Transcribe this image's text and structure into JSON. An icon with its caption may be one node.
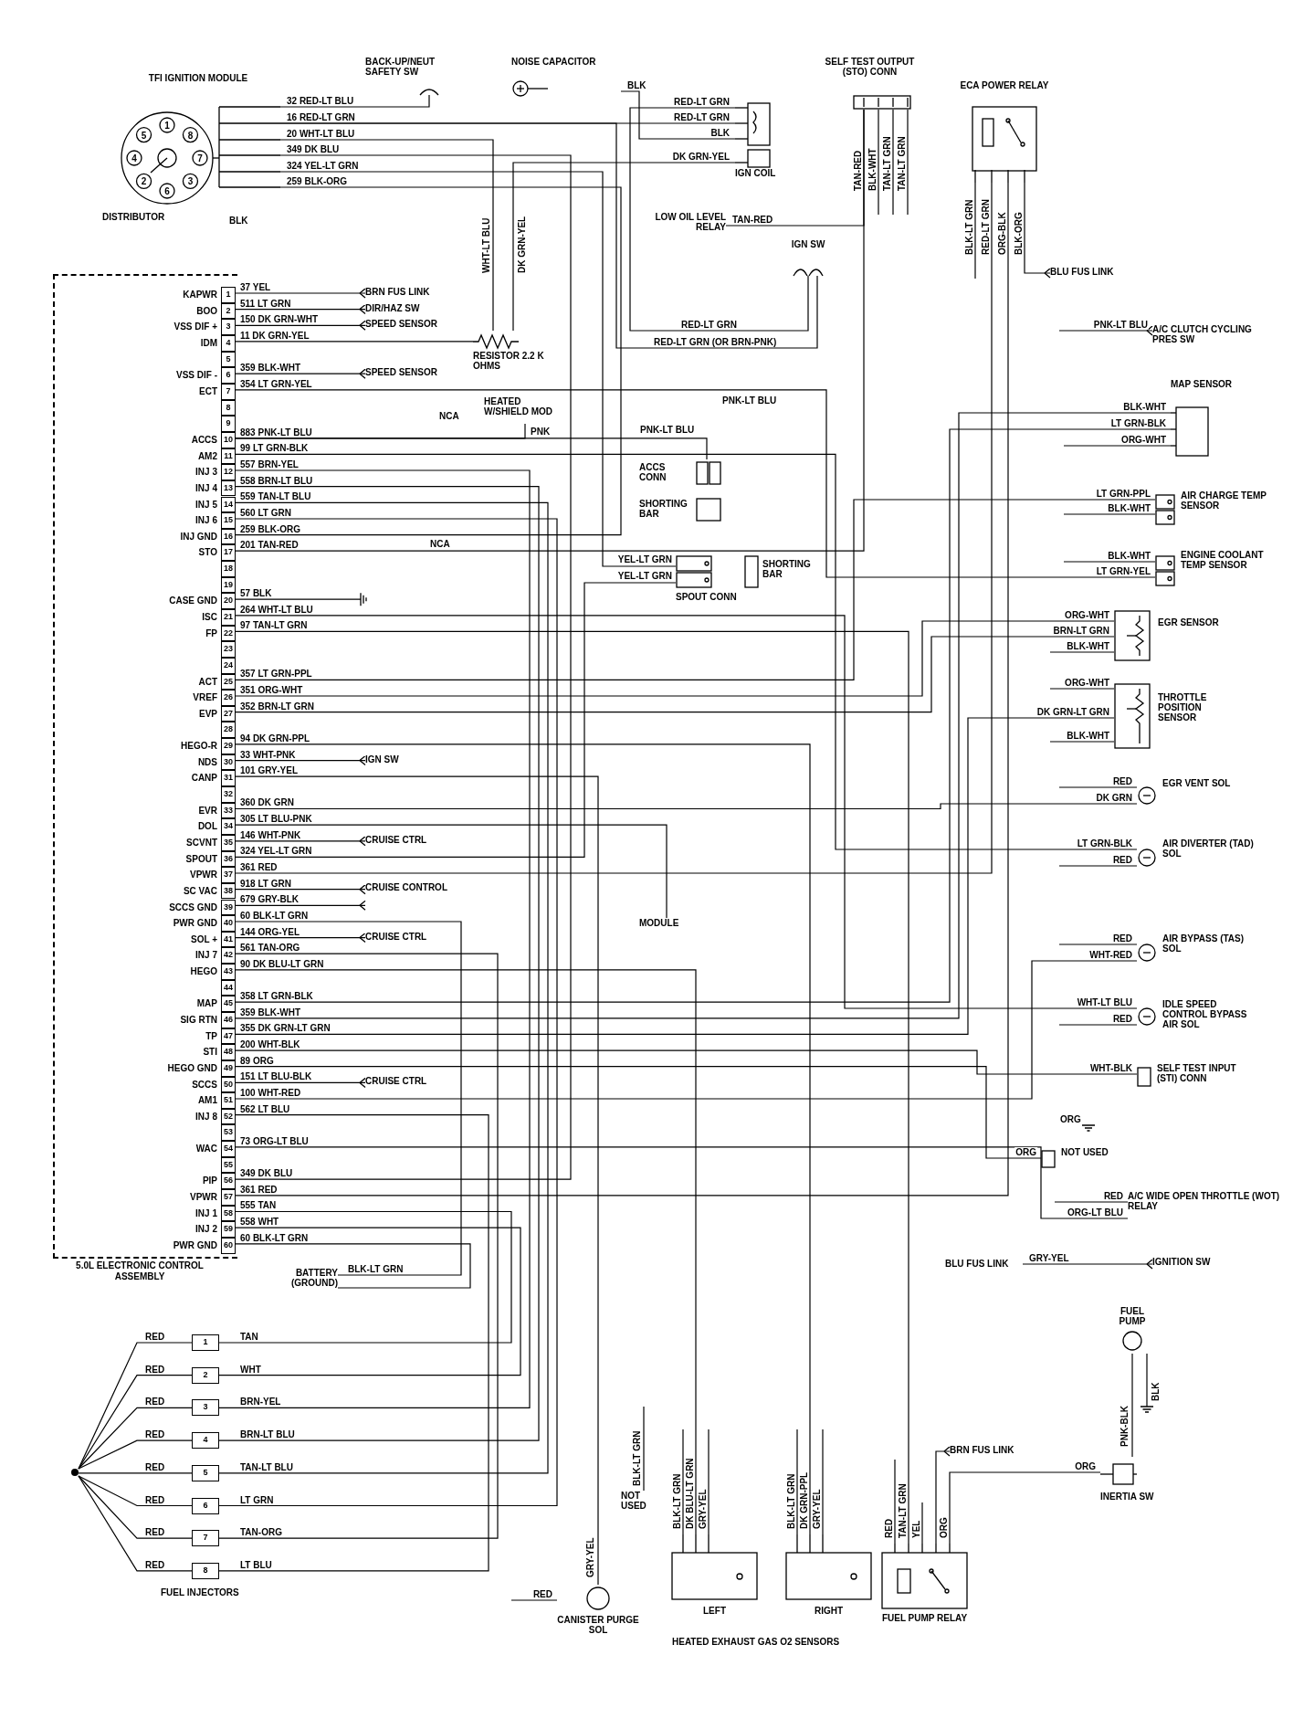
{
  "diagram": {
    "nodes": [
      {
        "text": [
          "5.0L ELECTRONIC CONTROL ASSEMBLY"
        ]
      },
      {
        "text": [
          "1"
        ],
        "in": 0,
        "beside": [
          "KAPWR"
        ]
      },
      {
        "text": [
          "2"
        ],
        "in": 0,
        "beside": [
          "BOO"
        ]
      },
      {
        "text": [
          "3"
        ],
        "in": 0,
        "beside": [
          "VSS DIF +"
        ]
      },
      {
        "text": [
          "4"
        ],
        "in": 0,
        "beside": [
          "IDM"
        ]
      },
      {
        "text": [
          "5"
        ],
        "in": 0
      },
      {
        "text": [
          "6"
        ],
        "in": 0,
        "beside": [
          "VSS DIF -"
        ]
      },
      {
        "text": [
          "7"
        ],
        "in": 0,
        "beside": [
          "ECT"
        ]
      },
      {
        "text": [
          "8"
        ],
        "in": 0
      },
      {
        "text": [
          "9"
        ],
        "in": 0
      },
      {
        "text": [
          "10"
        ],
        "in": 0,
        "beside": [
          "ACCS"
        ]
      },
      {
        "text": [
          "11"
        ],
        "in": 0,
        "beside": [
          "AM2"
        ]
      },
      {
        "text": [
          "12"
        ],
        "in": 0,
        "beside": [
          "INJ 3"
        ]
      },
      {
        "text": [
          "13"
        ],
        "in": 0,
        "beside": [
          "INJ 4"
        ]
      },
      {
        "text": [
          "14"
        ],
        "in": 0,
        "beside": [
          "INJ 5"
        ]
      },
      {
        "text": [
          "15"
        ],
        "in": 0,
        "beside": [
          "INJ 6"
        ]
      },
      {
        "text": [
          "16"
        ],
        "in": 0,
        "beside": [
          "INJ GND"
        ]
      },
      {
        "text": [
          "17"
        ],
        "in": 0,
        "beside": [
          "STO"
        ]
      },
      {
        "text": [
          "18"
        ],
        "in": 0
      },
      {
        "text": [
          "19"
        ],
        "in": 0
      },
      {
        "text": [
          "20"
        ],
        "in": 0,
        "beside": [
          "CASE GND"
        ]
      },
      {
        "text": [
          "21"
        ],
        "in": 0,
        "beside": [
          "ISC"
        ]
      },
      {
        "text": [
          "22"
        ],
        "in": 0,
        "beside": [
          "FP"
        ]
      },
      {
        "text": [
          "23"
        ],
        "in": 0
      },
      {
        "text": [
          "24"
        ],
        "in": 0
      },
      {
        "text": [
          "25"
        ],
        "in": 0,
        "beside": [
          "ACT"
        ]
      },
      {
        "text": [
          "26"
        ],
        "in": 0,
        "beside": [
          "VREF"
        ]
      },
      {
        "text": [
          "27"
        ],
        "in": 0,
        "beside": [
          "EVP"
        ]
      },
      {
        "text": [
          "28"
        ],
        "in": 0
      },
      {
        "text": [
          "29"
        ],
        "in": 0,
        "beside": [
          "HEGO-R"
        ]
      },
      {
        "text": [
          "30"
        ],
        "in": 0,
        "beside": [
          "NDS"
        ]
      },
      {
        "text": [
          "31"
        ],
        "in": 0,
        "beside": [
          "CANP"
        ]
      },
      {
        "text": [
          "32"
        ],
        "in": 0
      },
      {
        "text": [
          "33"
        ],
        "in": 0,
        "beside": [
          "EVR"
        ]
      },
      {
        "text": [
          "34"
        ],
        "in": 0,
        "beside": [
          "DOL"
        ]
      },
      {
        "text": [
          "35"
        ],
        "in": 0,
        "beside": [
          "SCVNT"
        ]
      },
      {
        "text": [
          "36"
        ],
        "in": 0,
        "beside": [
          "SPOUT"
        ]
      },
      {
        "text": [
          "37"
        ],
        "in": 0,
        "beside": [
          "VPWR"
        ]
      },
      {
        "text": [
          "38"
        ],
        "in": 0,
        "beside": [
          "SC VAC"
        ]
      },
      {
        "text": [
          "39"
        ],
        "in": 0,
        "beside": [
          "SCCS GND"
        ]
      },
      {
        "text": [
          "40"
        ],
        "in": 0,
        "beside": [
          "PWR GND"
        ]
      },
      {
        "text": [
          "41"
        ],
        "in": 0,
        "beside": [
          "SOL +"
        ]
      },
      {
        "text": [
          "42"
        ],
        "in": 0,
        "beside": [
          "INJ 7"
        ]
      },
      {
        "text": [
          "43"
        ],
        "in": 0,
        "beside": [
          "HEGO"
        ]
      },
      {
        "text": [
          "44"
        ],
        "in": 0
      },
      {
        "text": [
          "45"
        ],
        "in": 0,
        "beside": [
          "MAP"
        ]
      },
      {
        "text": [
          "46"
        ],
        "in": 0,
        "beside": [
          "SIG RTN"
        ]
      },
      {
        "text": [
          "47"
        ],
        "in": 0,
        "beside": [
          "TP"
        ]
      },
      {
        "text": [
          "48"
        ],
        "in": 0,
        "beside": [
          "STI"
        ]
      },
      {
        "text": [
          "49"
        ],
        "in": 0,
        "beside": [
          "HEGO GND"
        ]
      },
      {
        "text": [
          "50"
        ],
        "in": 0,
        "beside": [
          "SCCS"
        ]
      },
      {
        "text": [
          "51"
        ],
        "in": 0,
        "beside": [
          "AM1"
        ]
      },
      {
        "text": [
          "52"
        ],
        "in": 0,
        "beside": [
          "INJ 8"
        ]
      },
      {
        "text": [
          "53"
        ],
        "in": 0
      },
      {
        "text": [
          "54"
        ],
        "in": 0,
        "beside": [
          "WAC"
        ]
      },
      {
        "text": [
          "55"
        ],
        "in": 0
      },
      {
        "text": [
          "56"
        ],
        "in": 0,
        "beside": [
          "PIP"
        ]
      },
      {
        "text": [
          "57"
        ],
        "in": 0,
        "beside": [
          "VPWR"
        ]
      },
      {
        "text": [
          "58"
        ],
        "in": 0,
        "beside": [
          "INJ 1"
        ]
      },
      {
        "text": [
          "59"
        ],
        "in": 0,
        "beside": [
          "INJ 2"
        ]
      },
      {
        "text": [
          "60"
        ],
        "in": 0,
        "beside": [
          "PWR GND"
        ]
      },
      {
        "text": [
          "BRN FUS LINK"
        ]
      },
      {
        "text": [
          "DIR/HAZ SW"
        ]
      },
      {
        "text": [
          "SPEED SENSOR"
        ]
      },
      {
        "text": [
          "RESISTOR 2.2 K OHMS"
        ]
      },
      {
        "text": [
          "SPEED SENSOR"
        ]
      },
      {
        "text": [
          "HEATED W/SHIELD MOD"
        ]
      },
      {
        "text": [
          "ACCS CONN"
        ]
      },
      {
        "text": [
          "SHORTING BAR"
        ]
      },
      {
        "text": [
          "SPOUT CONN"
        ]
      },
      {
        "text": [
          "SHORTING BAR"
        ]
      },
      {
        "text": [
          "MODULE"
        ]
      },
      {
        "text": [
          "BATTERY (GROUND)"
        ]
      },
      {
        "text": [
          "MAP SENSOR"
        ]
      },
      {
        "text": [
          "A/C CLUTCH CYCLING PRES SW"
        ]
      },
      {
        "text": [
          "AIR CHARGE TEMP SENSOR"
        ]
      },
      {
        "text": [
          "ENGINE COOLANT TEMP SENSOR"
        ]
      },
      {
        "text": [
          "EGR SENSOR"
        ]
      },
      {
        "text": [
          "THROTTLE POSITION SENSOR"
        ]
      },
      {
        "text": [
          "EGR VENT SOL"
        ]
      },
      {
        "text": [
          "AIR DIVERTER (TAD) SOL"
        ]
      },
      {
        "text": [
          "AIR BYPASS (TAS) SOL"
        ]
      },
      {
        "text": [
          "IDLE SPEED CONTROL BYPASS AIR SOL"
        ]
      },
      {
        "text": [
          "SELF TEST INPUT (STI) CONN"
        ]
      },
      {
        "text": [
          "NOT USED"
        ]
      },
      {
        "text": [
          "A/C WIDE OPEN THROTTLE (WOT) RELAY"
        ]
      },
      {
        "text": [
          "IGNITION SW"
        ]
      },
      {
        "text": [
          "BLU FUS LINK"
        ]
      },
      {
        "text": [
          "FUEL PUMP"
        ]
      },
      {
        "text": [
          "INERTIA SW"
        ]
      },
      {
        "text": [
          "FUEL PUMP RELAY"
        ]
      },
      {
        "text": [
          "BRN FUS LINK"
        ]
      },
      {
        "text": [
          "LEFT"
        ]
      },
      {
        "text": [
          "RIGHT"
        ]
      },
      {
        "text": [
          "NOT USED"
        ]
      },
      {
        "text": [
          "CANISTER PURGE SOL"
        ]
      },
      {
        "text": [
          "1"
        ]
      },
      {
        "text": [
          "2"
        ]
      },
      {
        "text": [
          "3"
        ]
      },
      {
        "text": [
          "4"
        ]
      },
      {
        "text": [
          "5"
        ]
      },
      {
        "text": [
          "6"
        ]
      },
      {
        "text": [
          "7"
        ]
      },
      {
        "text": [
          "8"
        ]
      },
      {
        "text": [],
        "shape": "circle"
      },
      {
        "text": [
          "TFI IGNITION MODULE"
        ],
        "beside": [
          "DISTRIBUTOR"
        ]
      },
      {
        "text": [
          "BACK-UP/NEUT SAFETY SW"
        ]
      },
      {
        "text": [
          "NOISE CAPACITOR"
        ]
      },
      {
        "text": [
          "IGN COIL"
        ]
      },
      {
        "text": [
          "SELF TEST OUTPUT (STO) CONN"
        ]
      },
      {
        "text": [
          "ECA POWER RELAY"
        ]
      },
      {
        "text": [
          "LOW OIL LEVEL RELAY"
        ]
      },
      {
        "text": [
          "IGN SW"
        ]
      },
      {
        "text": [
          "IGN SW"
        ]
      },
      {
        "text": [
          "CRUISE CTRL"
        ]
      },
      {
        "text": [
          "CRUISE CONTROL"
        ]
      },
      {
        "text": [
          "CRUISE CTRL"
        ]
      },
      {
        "text": [
          "CRUISE CTRL"
        ]
      },
      {
        "text": [
          "BLU FUS LINK"
        ]
      }
    ],
    "edges": [
      {
        "from": 1,
        "to": 61,
        "label": "37 YEL",
        "arrow": "other"
      },
      {
        "from": 2,
        "to": 62,
        "label": "511 LT GRN",
        "arrow": "other"
      },
      {
        "from": 3,
        "to": 63,
        "label": "150 DK GRN-WHT",
        "arrow": "other"
      },
      {
        "from": 4,
        "to": 64,
        "label": "11 DK GRN-YEL",
        "arrow": "none"
      },
      {
        "from": 6,
        "to": 65,
        "label": "359 BLK-WHT",
        "arrow": "other"
      },
      {
        "from": 7,
        "to": 76,
        "label": "354 LT GRN-YEL",
        "arrow": "none"
      },
      {
        "from": 10,
        "to": 67,
        "label": "883 PNK-LT BLU",
        "arrow": "none"
      },
      {
        "from": 10,
        "to": 66,
        "label": "PNK",
        "arrow": "none"
      },
      {
        "from": 11,
        "to": 80,
        "label": "99 LT GRN-BLK",
        "arrow": "none"
      },
      {
        "from": 12,
        "to": 98,
        "label": "557 BRN-YEL",
        "arrow": "none"
      },
      {
        "from": 13,
        "to": 99,
        "label": "558 BRN-LT BLU",
        "arrow": "none"
      },
      {
        "from": 14,
        "to": 100,
        "label": "559 TAN-LT BLU",
        "arrow": "none"
      },
      {
        "from": 15,
        "to": 101,
        "label": "560 LT GRN",
        "arrow": "none"
      },
      {
        "from": 16,
        "to": 105,
        "label": "259 BLK-ORG",
        "arrow": "none"
      },
      {
        "from": 17,
        "to": 109,
        "label": "201 TAN-RED",
        "arrow": "none"
      },
      {
        "from": 20,
        "to": null,
        "label": "57 BLK",
        "arrow": "none"
      },
      {
        "from": 21,
        "to": 82,
        "label": "264 WHT-LT BLU",
        "arrow": "none"
      },
      {
        "from": 22,
        "to": 90,
        "label": "97 TAN-LT GRN",
        "arrow": "none"
      },
      {
        "from": 25,
        "to": 75,
        "label": "357 LT GRN-PPL",
        "arrow": "none"
      },
      {
        "from": 26,
        "to": 77,
        "label": "351 ORG-WHT",
        "arrow": "none"
      },
      {
        "from": 27,
        "to": 77,
        "label": "352 BRN-LT GRN",
        "arrow": "none"
      },
      {
        "from": 29,
        "to": 93,
        "label": "94 DK GRN-PPL",
        "arrow": "none"
      },
      {
        "from": 30,
        "to": 113,
        "label": "33 WHT-PNK",
        "arrow": "other"
      },
      {
        "from": 31,
        "to": 95,
        "label": "101 GRY-YEL",
        "arrow": "none"
      },
      {
        "from": 33,
        "to": 79,
        "label": "360 DK GRN",
        "arrow": "none"
      },
      {
        "from": 34,
        "to": 71,
        "label": "305 LT BLU-PNK",
        "arrow": "none"
      },
      {
        "from": 35,
        "to": 114,
        "label": "146 WHT-PNK",
        "arrow": "other"
      },
      {
        "from": 36,
        "to": 69,
        "label": "324 YEL-LT GRN",
        "arrow": "none"
      },
      {
        "from": 37,
        "to": 110,
        "label": "361 RED",
        "arrow": "none"
      },
      {
        "from": 38,
        "to": 115,
        "label": "918 LT GRN",
        "arrow": "other"
      },
      {
        "from": 39,
        "to": 115,
        "label": "679 GRY-BLK",
        "arrow": "other"
      },
      {
        "from": 40,
        "to": 72,
        "label": "60 BLK-LT GRN",
        "arrow": "none"
      },
      {
        "from": 41,
        "to": 116,
        "label": "144 ORG-YEL",
        "arrow": "other"
      },
      {
        "from": 42,
        "to": 102,
        "label": "561 TAN-ORG",
        "arrow": "none"
      },
      {
        "from": 43,
        "to": 92,
        "label": "90 DK BLU-LT GRN",
        "arrow": "none"
      },
      {
        "from": 45,
        "to": 73,
        "label": "358 LT GRN-BLK",
        "arrow": "none"
      },
      {
        "from": 46,
        "to": 73,
        "label": "359 BLK-WHT",
        "arrow": "none"
      },
      {
        "from": 47,
        "to": 78,
        "label": "355 DK GRN-LT GRN",
        "arrow": "none"
      },
      {
        "from": 48,
        "to": 83,
        "label": "200 WHT-BLK",
        "arrow": "none"
      },
      {
        "from": 49,
        "to": 84,
        "label": "89 ORG",
        "arrow": "none"
      },
      {
        "from": 50,
        "to": 117,
        "label": "151 LT BLU-BLK",
        "arrow": "other"
      },
      {
        "from": 51,
        "to": 81,
        "label": "100 WHT-RED",
        "arrow": "none"
      },
      {
        "from": 52,
        "to": 103,
        "label": "562 LT BLU",
        "arrow": "none"
      },
      {
        "from": 54,
        "to": 85,
        "label": "73 ORG-LT BLU",
        "arrow": "none"
      },
      {
        "from": 56,
        "to": 105,
        "label": "349 DK BLU",
        "arrow": "none"
      },
      {
        "from": 57,
        "to": 110,
        "label": "361 RED",
        "arrow": "none"
      },
      {
        "from": 58,
        "to": 96,
        "label": "555 TAN",
        "arrow": "none"
      },
      {
        "from": 59,
        "to": 97,
        "label": "558 WHT",
        "arrow": "none"
      },
      {
        "from": 60,
        "to": 72,
        "label": "60 BLK-LT GRN",
        "arrow": "none"
      },
      {
        "from": 104,
        "to": 96,
        "label": "RED",
        "arrow": "none"
      },
      {
        "from": 104,
        "to": 97,
        "label": "RED",
        "arrow": "none"
      },
      {
        "from": 104,
        "to": 98,
        "label": "RED",
        "arrow": "none"
      },
      {
        "from": 104,
        "to": 99,
        "label": "RED",
        "arrow": "none"
      },
      {
        "from": 104,
        "to": 100,
        "label": "RED",
        "arrow": "none"
      },
      {
        "from": 104,
        "to": 101,
        "label": "RED",
        "arrow": "none"
      },
      {
        "from": 104,
        "to": 102,
        "label": "RED",
        "arrow": "none"
      },
      {
        "from": 104,
        "to": 103,
        "label": "RED",
        "arrow": "none"
      },
      {
        "from": 105,
        "to": 106,
        "label": "32 RED-LT BLU",
        "arrow": "none"
      },
      {
        "from": 105,
        "to": 108,
        "label": "16 RED-LT GRN",
        "arrow": "none"
      },
      {
        "from": 105,
        "to": 64,
        "label": "20 WHT-LT BLU",
        "arrow": "none"
      },
      {
        "from": 105,
        "to": 69,
        "label": "324 YEL-LT GRN",
        "arrow": "none"
      },
      {
        "from": 64,
        "to": 108,
        "label": "DK GRN-YEL",
        "arrow": "none"
      },
      {
        "from": 107,
        "to": 108,
        "label": "BLK",
        "arrow": "none"
      },
      {
        "from": 108,
        "to": 112,
        "label": "RED-LT GRN",
        "arrow": "none"
      },
      {
        "from": 105,
        "to": 112,
        "label": "RED-LT GRN (OR BRN-PNK)",
        "arrow": "none"
      },
      {
        "from": 111,
        "to": 109,
        "label": "TAN-RED",
        "arrow": "none"
      },
      {
        "from": 110,
        "to": 87,
        "label": "BLK-ORG",
        "arrow": "other"
      },
      {
        "from": 110,
        "to": null,
        "label": "BLK-LT GRN",
        "arrow": "none"
      },
      {
        "from": null,
        "to": 74,
        "label": "PNK-LT BLU",
        "arrow": "other"
      },
      {
        "from": 109,
        "to": null,
        "label": "BLK-WHT",
        "arrow": "none"
      },
      {
        "from": 109,
        "to": null,
        "label": "TAN-LT GRN",
        "arrow": "none"
      },
      {
        "from": 109,
        "to": null,
        "label": "TAN-LT GRN",
        "arrow": "none"
      },
      {
        "from": null,
        "to": 73,
        "label": "ORG-WHT",
        "arrow": "none"
      },
      {
        "from": null,
        "to": 75,
        "label": "BLK-WHT",
        "arrow": "none"
      },
      {
        "from": null,
        "to": 76,
        "label": "BLK-WHT",
        "arrow": "none"
      },
      {
        "from": null,
        "to": 77,
        "label": "BLK-WHT",
        "arrow": "none"
      },
      {
        "from": null,
        "to": 78,
        "label": "ORG-WHT",
        "arrow": "none"
      },
      {
        "from": null,
        "to": 78,
        "label": "BLK-WHT",
        "arrow": "none"
      },
      {
        "from": null,
        "to": 79,
        "label": "RED",
        "arrow": "none"
      },
      {
        "from": null,
        "to": 80,
        "label": "RED",
        "arrow": "none"
      },
      {
        "from": null,
        "to": 81,
        "label": "RED",
        "arrow": "none"
      },
      {
        "from": null,
        "to": 82,
        "label": "RED",
        "arrow": "none"
      },
      {
        "from": null,
        "to": 85,
        "label": "RED",
        "arrow": "none"
      },
      {
        "from": 118,
        "to": 86,
        "label": "GRY-YEL",
        "arrow": "other"
      },
      {
        "from": 92,
        "to": null,
        "label": "BLK-LT GRN",
        "arrow": "none"
      },
      {
        "from": 92,
        "to": null,
        "label": "GRY-YEL",
        "arrow": "none"
      },
      {
        "from": 93,
        "to": null,
        "label": "BLK-LT GRN",
        "arrow": "none"
      },
      {
        "from": 93,
        "to": null,
        "label": "GRY-YEL",
        "arrow": "none"
      },
      {
        "from": 94,
        "to": null,
        "label": "BLK-LT GRN",
        "arrow": "none"
      },
      {
        "from": null,
        "to": 95,
        "label": "RED",
        "arrow": "none"
      },
      {
        "from": 90,
        "to": null,
        "label": "RED",
        "arrow": "none"
      },
      {
        "from": 90,
        "to": null,
        "label": "YEL",
        "arrow": "none"
      },
      {
        "from": 90,
        "to": 89,
        "label": "ORG",
        "arrow": "none"
      },
      {
        "from": 90,
        "to": 91,
        "arrow": "other"
      },
      {
        "from": 88,
        "to": 89,
        "label": "PNK-BLK",
        "arrow": "none"
      },
      {
        "from": 88,
        "to": null,
        "label": "BLK",
        "arrow": "none"
      }
    ],
    "labels": [
      "1",
      "5",
      "8",
      "4",
      "7",
      "2",
      "3",
      "6",
      "349 DK BLU",
      "259 BLK-ORG",
      "BLK",
      "RED-LT GRN",
      "RED-LT GRN",
      "BLK",
      "DK GRN-YEL",
      "TAN-RED",
      "WHT-LT BLU",
      "RED-LT GRN",
      "ORG-BLK",
      "NCA",
      "PNK-LT BLU",
      "PNK-LT BLU",
      "NCA",
      "YEL-LT GRN",
      "YEL-LT GRN",
      "BLK-WHT",
      "LT GRN-BLK",
      "LT GRN-PPL",
      "LT GRN-YEL",
      "ORG-WHT",
      "BRN-LT GRN",
      "DK GRN-LT GRN",
      "DK GRN",
      "LT GRN-BLK",
      "WHT-RED",
      "WHT-LT BLU",
      "WHT-BLK",
      "ORG",
      "ORG",
      "ORG-LT BLU",
      "BLK-LT GRN",
      "TAN",
      "WHT",
      "BRN-YEL",
      "BRN-LT BLU",
      "TAN-LT BLU",
      "LT GRN",
      "TAN-ORG",
      "LT BLU",
      "FUEL INJECTORS",
      "GRY-YEL",
      "DK BLU-LT GRN",
      "DK GRN-PPL",
      "TAN-LT GRN",
      "ORG",
      "HEATED EXHAUST GAS O2 SENSORS"
    ]
  }
}
